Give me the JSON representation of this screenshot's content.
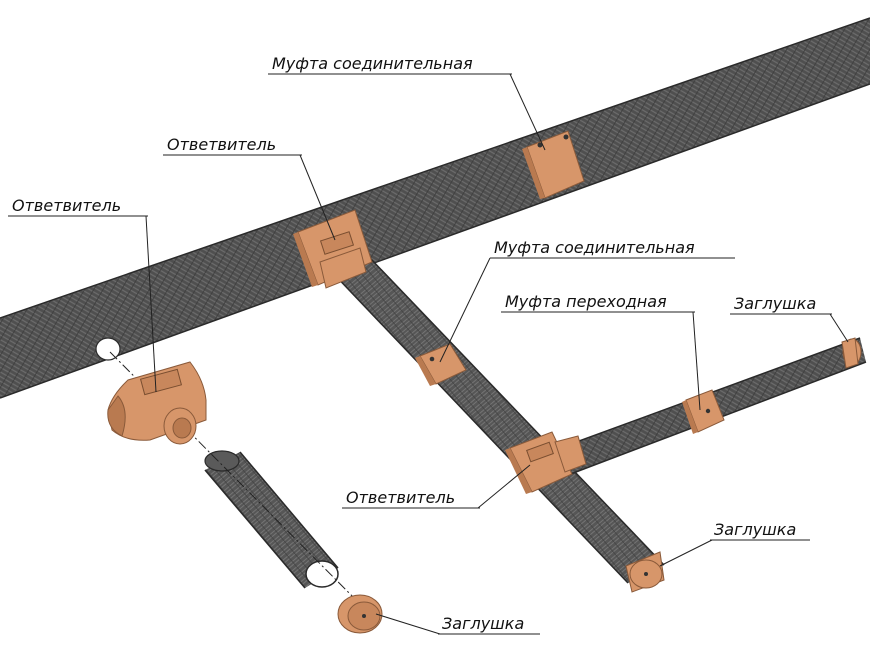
{
  "colors": {
    "pipe": "#4e4e4e",
    "pipe_texture": "#6a6a6a",
    "fitting": "#d7966a",
    "fitting_dark": "#b97a50",
    "line": "#222222"
  },
  "labels": {
    "coupling_top": "Муфта соединительная",
    "coupling_mid": "Муфта соединительная",
    "tee_top": "Ответвитель",
    "tee_left": "Ответвитель",
    "tee_bottom": "Ответвитель",
    "reducer": "Муфта переходная",
    "cap_right": "Заглушка",
    "cap_branch_end": "Заглушка",
    "cap_bottom": "Заглушка"
  }
}
